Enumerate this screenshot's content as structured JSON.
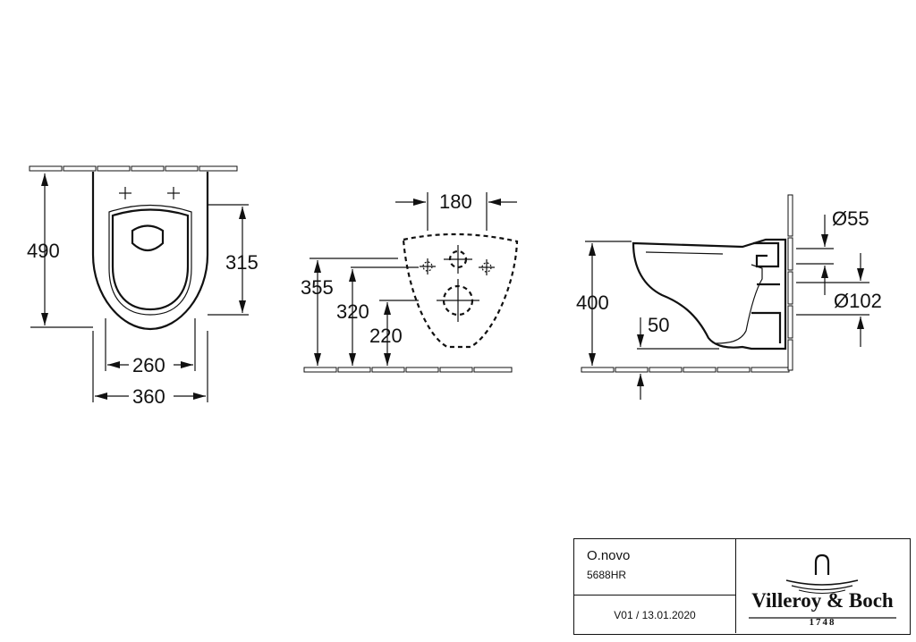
{
  "front_view": {
    "height_label": "490",
    "seat_height_label": "315",
    "inner_width_label": "260",
    "outer_width_label": "360"
  },
  "rear_view": {
    "spacing_label": "180",
    "height_355_label": "355",
    "height_320_label": "320",
    "height_220_label": "220"
  },
  "side_view": {
    "height_400_label": "400",
    "offset_50_label": "50",
    "pipe_55_label": "Ø55",
    "pipe_102_label": "Ø102"
  },
  "title_block": {
    "product_name": "O.novo",
    "product_code": "5688HR",
    "version": "V01 / 13.01.2020",
    "brand_name": "Villeroy & Boch",
    "brand_year": "1748",
    "logo_icon": "villeroy-boch-logo-icon"
  }
}
